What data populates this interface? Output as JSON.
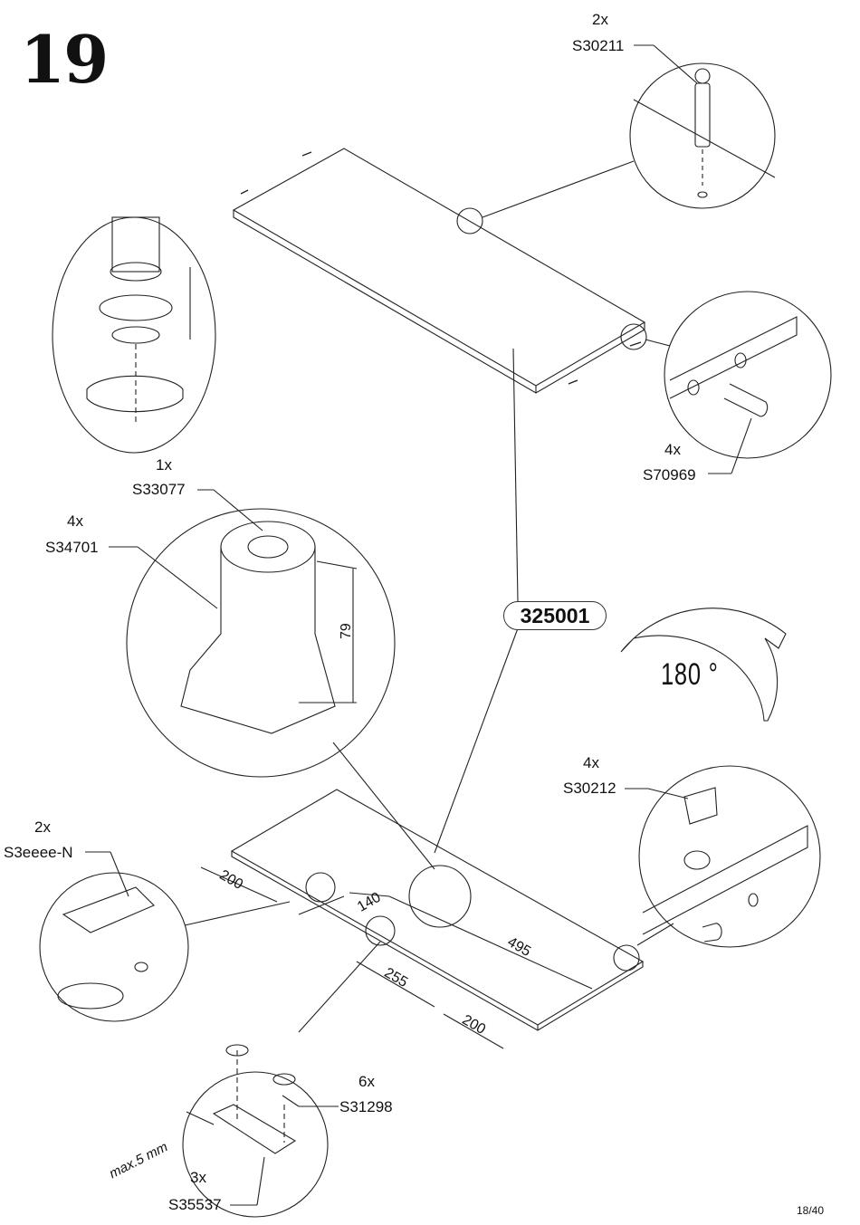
{
  "step_number": "19",
  "board_code": "325001",
  "rotation_label": "180 °",
  "page_number": "18/40",
  "parts": [
    {
      "id": "s30211",
      "qty": "2x",
      "code": "S30211"
    },
    {
      "id": "s70969",
      "qty": "4x",
      "code": "S70969"
    },
    {
      "id": "s33077",
      "qty": "1x",
      "code": "S33077"
    },
    {
      "id": "s34701",
      "qty": "4x",
      "code": "S34701"
    },
    {
      "id": "s30212",
      "qty": "4x",
      "code": "S30212"
    },
    {
      "id": "s3eeee",
      "qty": "2x",
      "code": "S3eeee-N"
    },
    {
      "id": "s31298",
      "qty": "6x",
      "code": "S31298"
    },
    {
      "id": "s35537",
      "qty": "3x",
      "code": "S35537"
    }
  ],
  "dimensions": {
    "foot_height": "79",
    "left_offset": "200",
    "gap_140": "140",
    "span_495": "495",
    "span_255": "255",
    "right_offset": "200",
    "max_gap": "max.5 mm"
  },
  "colors": {
    "line": "#222222",
    "background": "#ffffff"
  }
}
